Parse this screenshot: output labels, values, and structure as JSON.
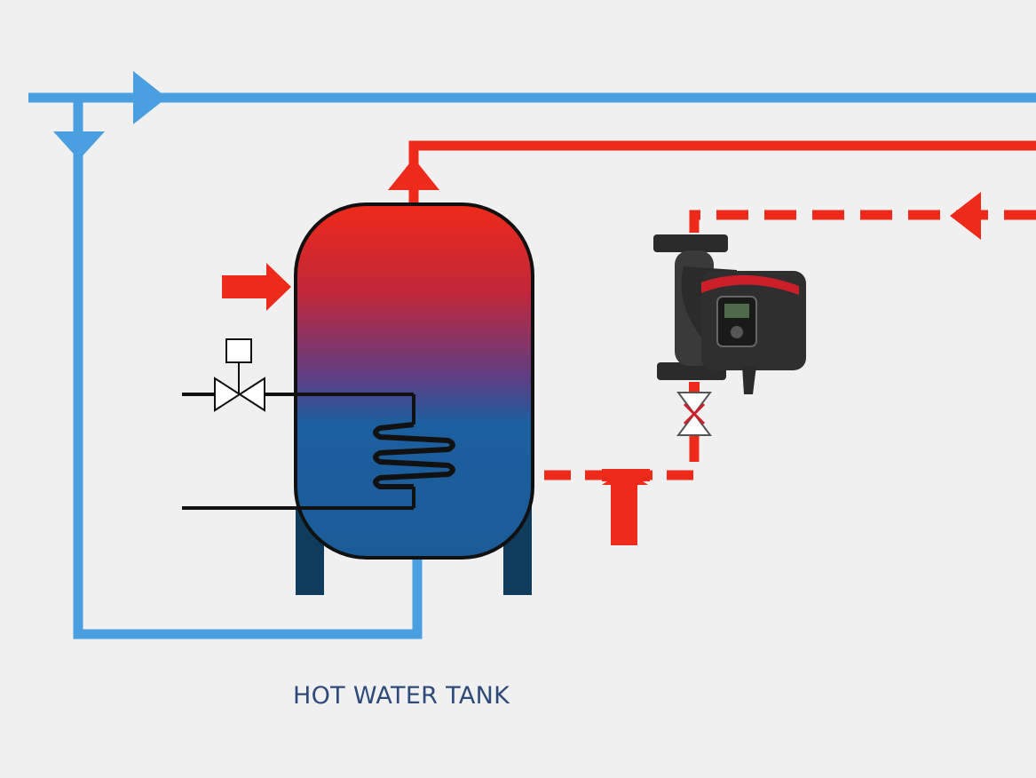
{
  "diagram": {
    "caption": "HOT WATER TANK"
  },
  "colors": {
    "background": "#f0f0f0",
    "cold_water_line": "#4a9fe0",
    "hot_water_line": "#ee2a1a",
    "tank_top": "#ee2a1a",
    "tank_middle": "#5a3f86",
    "tank_bottom": "#1c5f9f",
    "tank_legs": "#0f3b5c",
    "outline": "#111111",
    "caption": "#2e4a7a",
    "pump_body": "#2b2b2b",
    "pump_accent": "#cc1f2a"
  },
  "icons": [
    "cold-inlet-arrow",
    "hot-outlet-arrow",
    "heat-input-arrow",
    "return-arrow",
    "circulation-pump-icon",
    "check-valve-icon",
    "three-way-valve-icon",
    "heating-coil-icon"
  ]
}
